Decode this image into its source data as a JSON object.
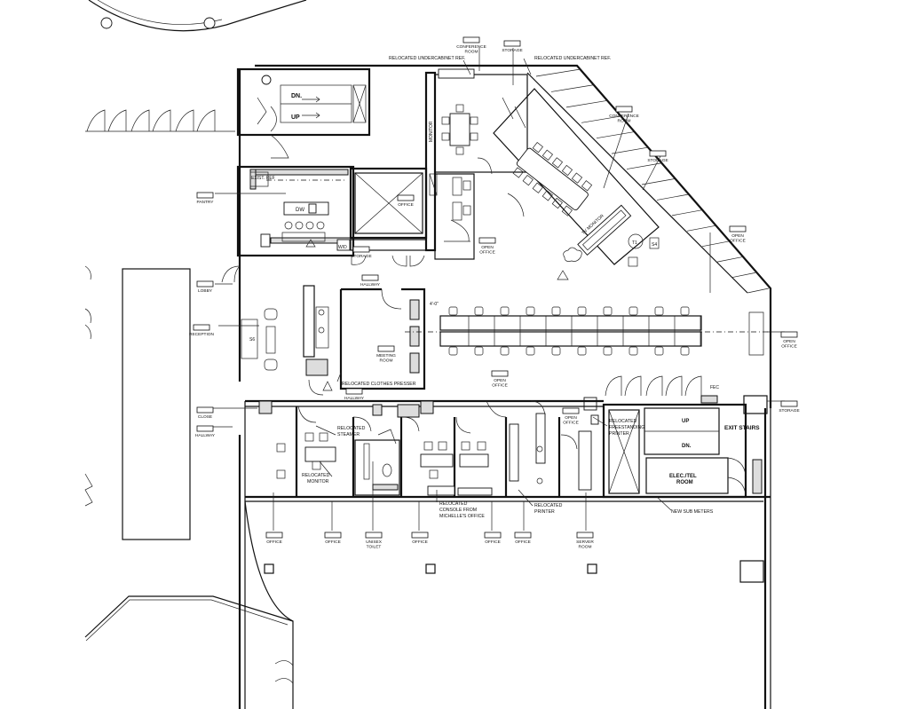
{
  "room_labels": [
    {
      "id": "pantry",
      "label": "PANTRY"
    },
    {
      "id": "lobby",
      "label": "LOBBY"
    },
    {
      "id": "reception",
      "label": "RECEPTION"
    },
    {
      "id": "close",
      "label": "CLOSE"
    },
    {
      "id": "hallway_left",
      "label": "HALLWAY"
    },
    {
      "id": "office_a",
      "label": "OFFICE"
    },
    {
      "id": "hallway_top",
      "label": "HALLWAY"
    },
    {
      "id": "storage_mid",
      "label": "STORAGE"
    },
    {
      "id": "open_office_1",
      "label": "OPEN OFFICE"
    },
    {
      "id": "conference_top",
      "label": "CONFERENCE ROOM"
    },
    {
      "id": "storage_top",
      "label": "STORAGE"
    },
    {
      "id": "conference_diag",
      "label": "CONFERENCE ROOM"
    },
    {
      "id": "storage_diag",
      "label": "STORAGE"
    },
    {
      "id": "open_office_diag",
      "label": "OPEN OFFICE"
    },
    {
      "id": "open_office_right",
      "label": "OPEN OFFICE"
    },
    {
      "id": "open_office_center",
      "label": "OPEN OFFICE"
    },
    {
      "id": "hallway_center",
      "label": "HALLWAY"
    },
    {
      "id": "open_office_small",
      "label": "OPEN OFFICE"
    },
    {
      "id": "storage_right",
      "label": "STORAGE"
    },
    {
      "id": "office_b1",
      "label": "OFFICE"
    },
    {
      "id": "office_b2",
      "label": "OFFICE"
    },
    {
      "id": "unisex_toilet",
      "label": "UNISEX TOILET"
    },
    {
      "id": "office_b3",
      "label": "OFFICE"
    },
    {
      "id": "office_b4",
      "label": "OFFICE"
    },
    {
      "id": "office_b5",
      "label": "OFFICE"
    },
    {
      "id": "server_room",
      "label": "SERVER ROOM"
    },
    {
      "id": "exit_stairs",
      "label": "EXIT STAIRS"
    },
    {
      "id": "elec_tel",
      "label": "ELEC./TEL ROOM"
    },
    {
      "id": "meeting_room",
      "label": "MEETING ROOM"
    }
  ],
  "notes": {
    "relocated_undercabinet_left": "RELOCATED UNDERCABINET REF.",
    "relocated_undercabinet_right": "RELOCATED UNDERCABINET REF.",
    "relocated_clothes_presser": "RELOCATED CLOTHES PRESSER",
    "relocated_steamer": "RELOCATED STEAMER",
    "relocated_monitor": "RELOCATED MONITOR",
    "relocated_console": "RELOCATED CONSOLE FROM MICHELLE'S OFFICE",
    "relocated_printer": "RELOCATED PRINTER",
    "relocated_freestanding_printer": "RELOCATED FREESTANDING PRINTER",
    "new_sub_meters": "NEW SUB METERS",
    "monitor": "MONITOR",
    "tv_monitor": "TV MONITOR"
  },
  "elevator": {
    "down": "DN.",
    "up": "UP"
  },
  "stair_right": {
    "up": "UP",
    "down": "DN."
  },
  "kitchen": {
    "dw": "DW",
    "exist_ref": "EXIST. REF",
    "wd": "W/D",
    "fec": "FEC"
  },
  "small_marks": {
    "t1": "T1",
    "s4": "S4",
    "s6": "S6",
    "dim": "4'-0\""
  }
}
